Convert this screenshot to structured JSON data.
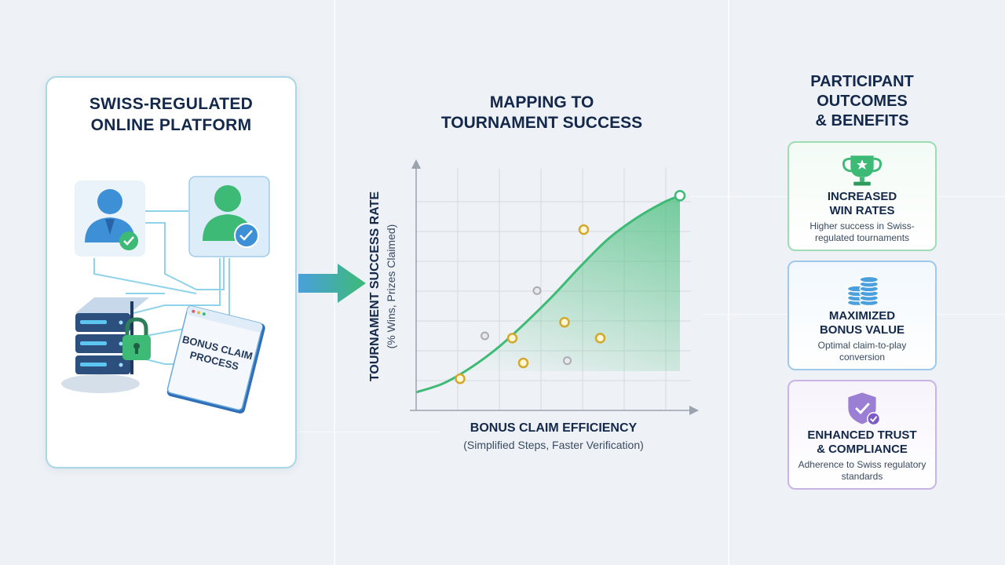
{
  "left_panel": {
    "title_line1": "SWISS-REGULATED",
    "title_line2": "ONLINE PLATFORM",
    "doc_label_line1": "BONUS CLAIM",
    "doc_label_line2": "PROCESS"
  },
  "chart": {
    "title_line1": "MAPPING TO",
    "title_line2": "TOURNAMENT SUCCESS"
  },
  "chart_data": {
    "type": "scatter",
    "title": "MAPPING TO TOURNAMENT SUCCESS",
    "xlabel": "BONUS CLAIM EFFICIENCY",
    "xlabel_sub": "(Simplified Steps, Faster Verification)",
    "ylabel": "TOURNAMENT SUCCESS RATE",
    "ylabel_sub": "(% Wins, Prizes Claimed)",
    "xlim": [
      0,
      10
    ],
    "ylim": [
      0,
      10
    ],
    "grid": true,
    "trend_curve": {
      "x": [
        0,
        1,
        2,
        3,
        4,
        5,
        6,
        7,
        8,
        9,
        9.6
      ],
      "y": [
        0.8,
        1.2,
        1.9,
        2.8,
        3.9,
        5.1,
        6.4,
        7.6,
        8.5,
        9.2,
        9.5
      ]
    },
    "points_highlighted": [
      {
        "x": 1.6,
        "y": 1.4
      },
      {
        "x": 3.5,
        "y": 3.2
      },
      {
        "x": 3.9,
        "y": 2.1
      },
      {
        "x": 5.4,
        "y": 3.9
      },
      {
        "x": 6.1,
        "y": 8.0
      },
      {
        "x": 6.7,
        "y": 3.2
      },
      {
        "x": 9.6,
        "y": 9.5
      }
    ],
    "points_muted": [
      {
        "x": 2.5,
        "y": 3.3
      },
      {
        "x": 4.4,
        "y": 5.3
      },
      {
        "x": 5.5,
        "y": 2.2
      }
    ],
    "colors": {
      "curve": "#3dba75",
      "highlight": "#d2a92b",
      "muted": "#a9adb3"
    }
  },
  "outcomes": {
    "title_line1": "PARTICIPANT",
    "title_line2": "OUTCOMES",
    "title_line3": "& BENEFITS",
    "cards": [
      {
        "title_line1": "INCREASED",
        "title_line2": "WIN RATES",
        "desc": "Higher success in Swiss-regulated tournaments",
        "icon": "trophy-icon"
      },
      {
        "title_line1": "MAXIMIZED",
        "title_line2": "BONUS VALUE",
        "desc": "Optimal claim-to-play conversion",
        "icon": "coins-icon"
      },
      {
        "title_line1": "ENHANCED TRUST",
        "title_line2": "& COMPLIANCE",
        "desc": "Adherence to Swiss regulatory standards",
        "icon": "shield-check-icon"
      }
    ]
  },
  "colors": {
    "accent_green": "#3dba75",
    "accent_blue": "#3d9bd8",
    "navy": "#13284a"
  }
}
